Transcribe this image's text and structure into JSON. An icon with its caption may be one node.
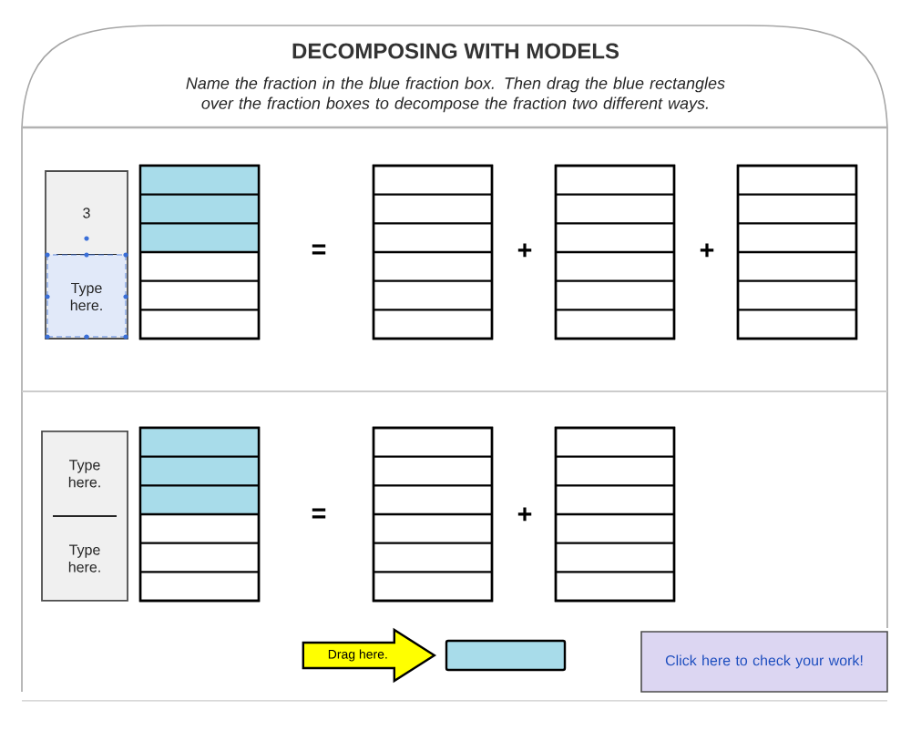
{
  "diagram": {
    "title": "DECOMPOSING WITH MODELS",
    "nodes": [
      {
        "text": [
          "3",
          "Type here."
        ]
      },
      {
        "text": [],
        "shape": "box"
      },
      {
        "text": [],
        "shape": "box"
      },
      {
        "text": [],
        "shape": "box"
      },
      {
        "text": [],
        "shape": "box"
      },
      {
        "text": [
          "Type here.",
          "Type here."
        ]
      },
      {
        "text": [],
        "shape": "box"
      },
      {
        "text": [],
        "shape": "box"
      },
      {
        "text": [],
        "shape": "box"
      },
      {
        "text": [],
        "shape": "bar"
      },
      {
        "text": [
          "Click here to check your work!"
        ]
      }
    ],
    "edges": [
      {
        "from": null,
        "to": 9,
        "arrow": "to",
        "label": "Drag here.",
        "style": "thick",
        "color": "#ffff00"
      }
    ],
    "labels": [
      "Name the fraction in the blue fraction box. Then drag the blue rectangles over the fraction boxes to decompose the fraction two different ways.",
      "=",
      "+",
      "+",
      "=",
      "+"
    ]
  }
}
